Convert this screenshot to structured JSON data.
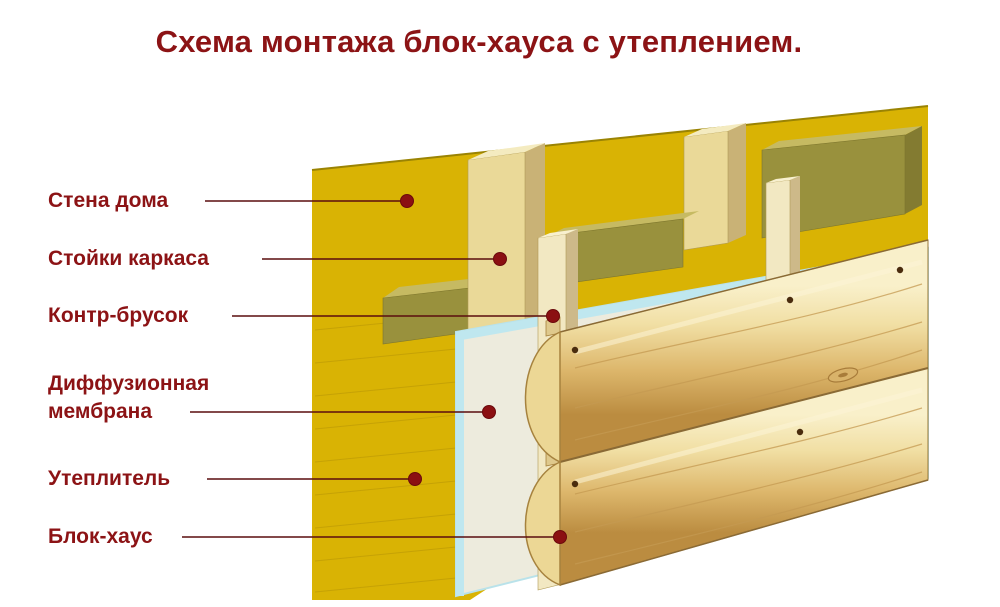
{
  "title": "Схема монтажа блок-хауса с утеплением.",
  "labels": [
    {
      "id": "wall",
      "text": "Стена дома"
    },
    {
      "id": "frame-studs",
      "text": "Стойки каркаса"
    },
    {
      "id": "counter-batten",
      "text": "Контр-брусок"
    },
    {
      "id": "diffusion-membrane",
      "text": "Диффузионная мембрана"
    },
    {
      "id": "insulation",
      "text": "Утеплитель"
    },
    {
      "id": "block-house",
      "text": "Блок-хаус"
    }
  ],
  "colors": {
    "title_text": "#8c1315",
    "label_text": "#8c1315",
    "leader_line": "#5a0d0e",
    "marker_dot": "#8b1012",
    "wall_yellow": "#d9b304",
    "insulation_olive": "#99913d",
    "insulation_olive_top": "#c6ba62",
    "stud_wood": "#ead998",
    "batten_wood": "#f2e8c2",
    "membrane_cream": "#edebdd",
    "membrane_edge_cyan": "#bfe7ef",
    "log_wood_light": "#f8eec6",
    "log_wood_dark": "#b9893f",
    "background": "#ffffff"
  }
}
